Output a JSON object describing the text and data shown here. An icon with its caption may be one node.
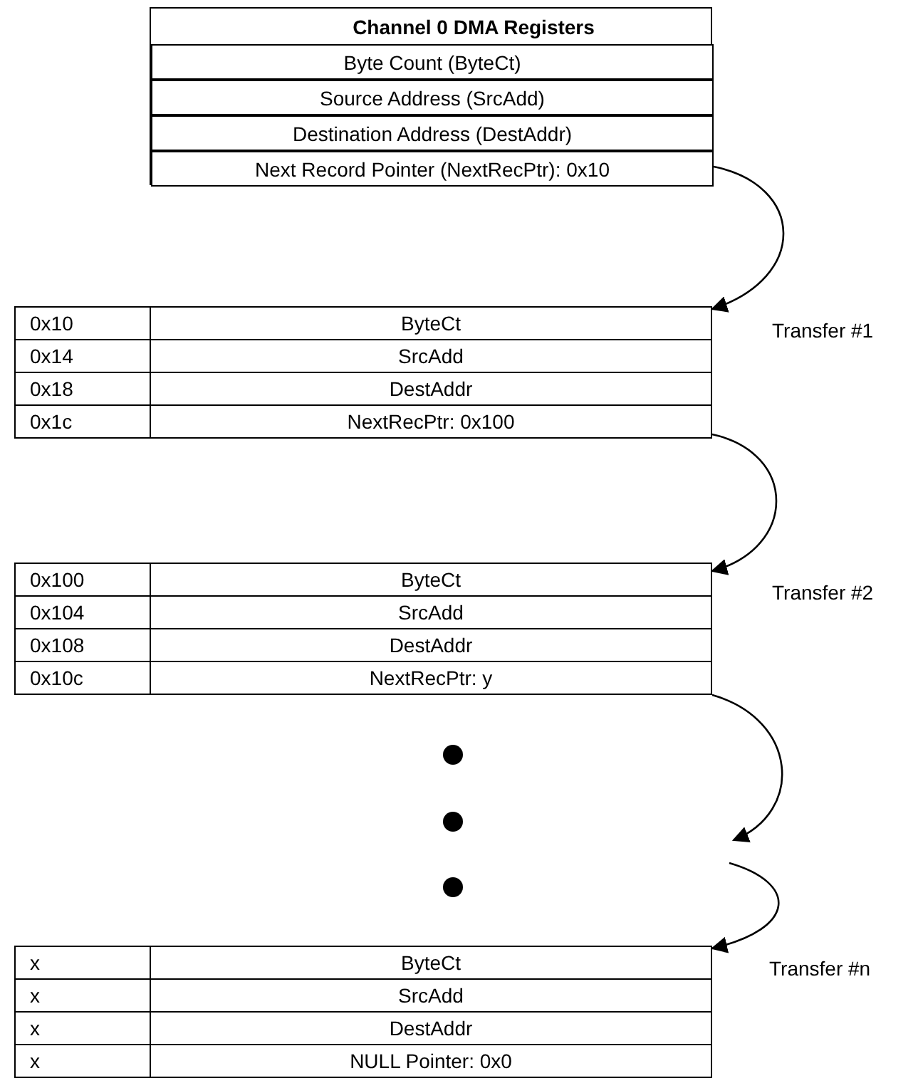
{
  "diagram": {
    "nodes": [
      {
        "text": [
          "Channel 0 DMA Registers"
        ]
      },
      {
        "text": [
          "Byte Count (ByteCt)"
        ],
        "in": 0
      },
      {
        "text": [
          "Source Address (SrcAdd)"
        ],
        "in": 0
      },
      {
        "text": [
          "Destination Address (DestAddr)"
        ],
        "in": 0
      },
      {
        "text": [
          "Next Record Pointer (NextRecPtr): 0x10"
        ],
        "in": 0
      },
      {
        "text": [
          "0x10",
          "ByteCt"
        ]
      },
      {
        "text": [
          "0x14",
          "SrcAdd"
        ]
      },
      {
        "text": [
          "0x18",
          "DestAddr"
        ]
      },
      {
        "text": [
          "0x1c",
          "NextRecPtr: 0x100"
        ]
      },
      {
        "text": [
          "0x100",
          "ByteCt"
        ]
      },
      {
        "text": [
          "0x104",
          "SrcAdd"
        ]
      },
      {
        "text": [
          "0x108",
          "DestAddr"
        ]
      },
      {
        "text": [
          "0x10c",
          "NextRecPtr: y"
        ]
      },
      {
        "text": [],
        "shape": "circle"
      },
      {
        "text": [],
        "shape": "circle"
      },
      {
        "text": [],
        "shape": "circle"
      },
      {
        "text": [
          "x",
          "ByteCt"
        ]
      },
      {
        "text": [
          "x",
          "SrcAdd"
        ]
      },
      {
        "text": [
          "x",
          "DestAddr"
        ]
      },
      {
        "text": [
          "x",
          "NULL Pointer: 0x0"
        ]
      }
    ],
    "edges": [
      {
        "from": 4,
        "to": 5,
        "arrow": "to",
        "label": "Transfer #1"
      },
      {
        "from": 8,
        "to": 9,
        "arrow": "to",
        "label": "Transfer #2"
      },
      {
        "from": 12,
        "to": null,
        "arrow": "to"
      },
      {
        "from": null,
        "to": 16,
        "arrow": "to",
        "label": "Transfer #n"
      }
    ]
  }
}
